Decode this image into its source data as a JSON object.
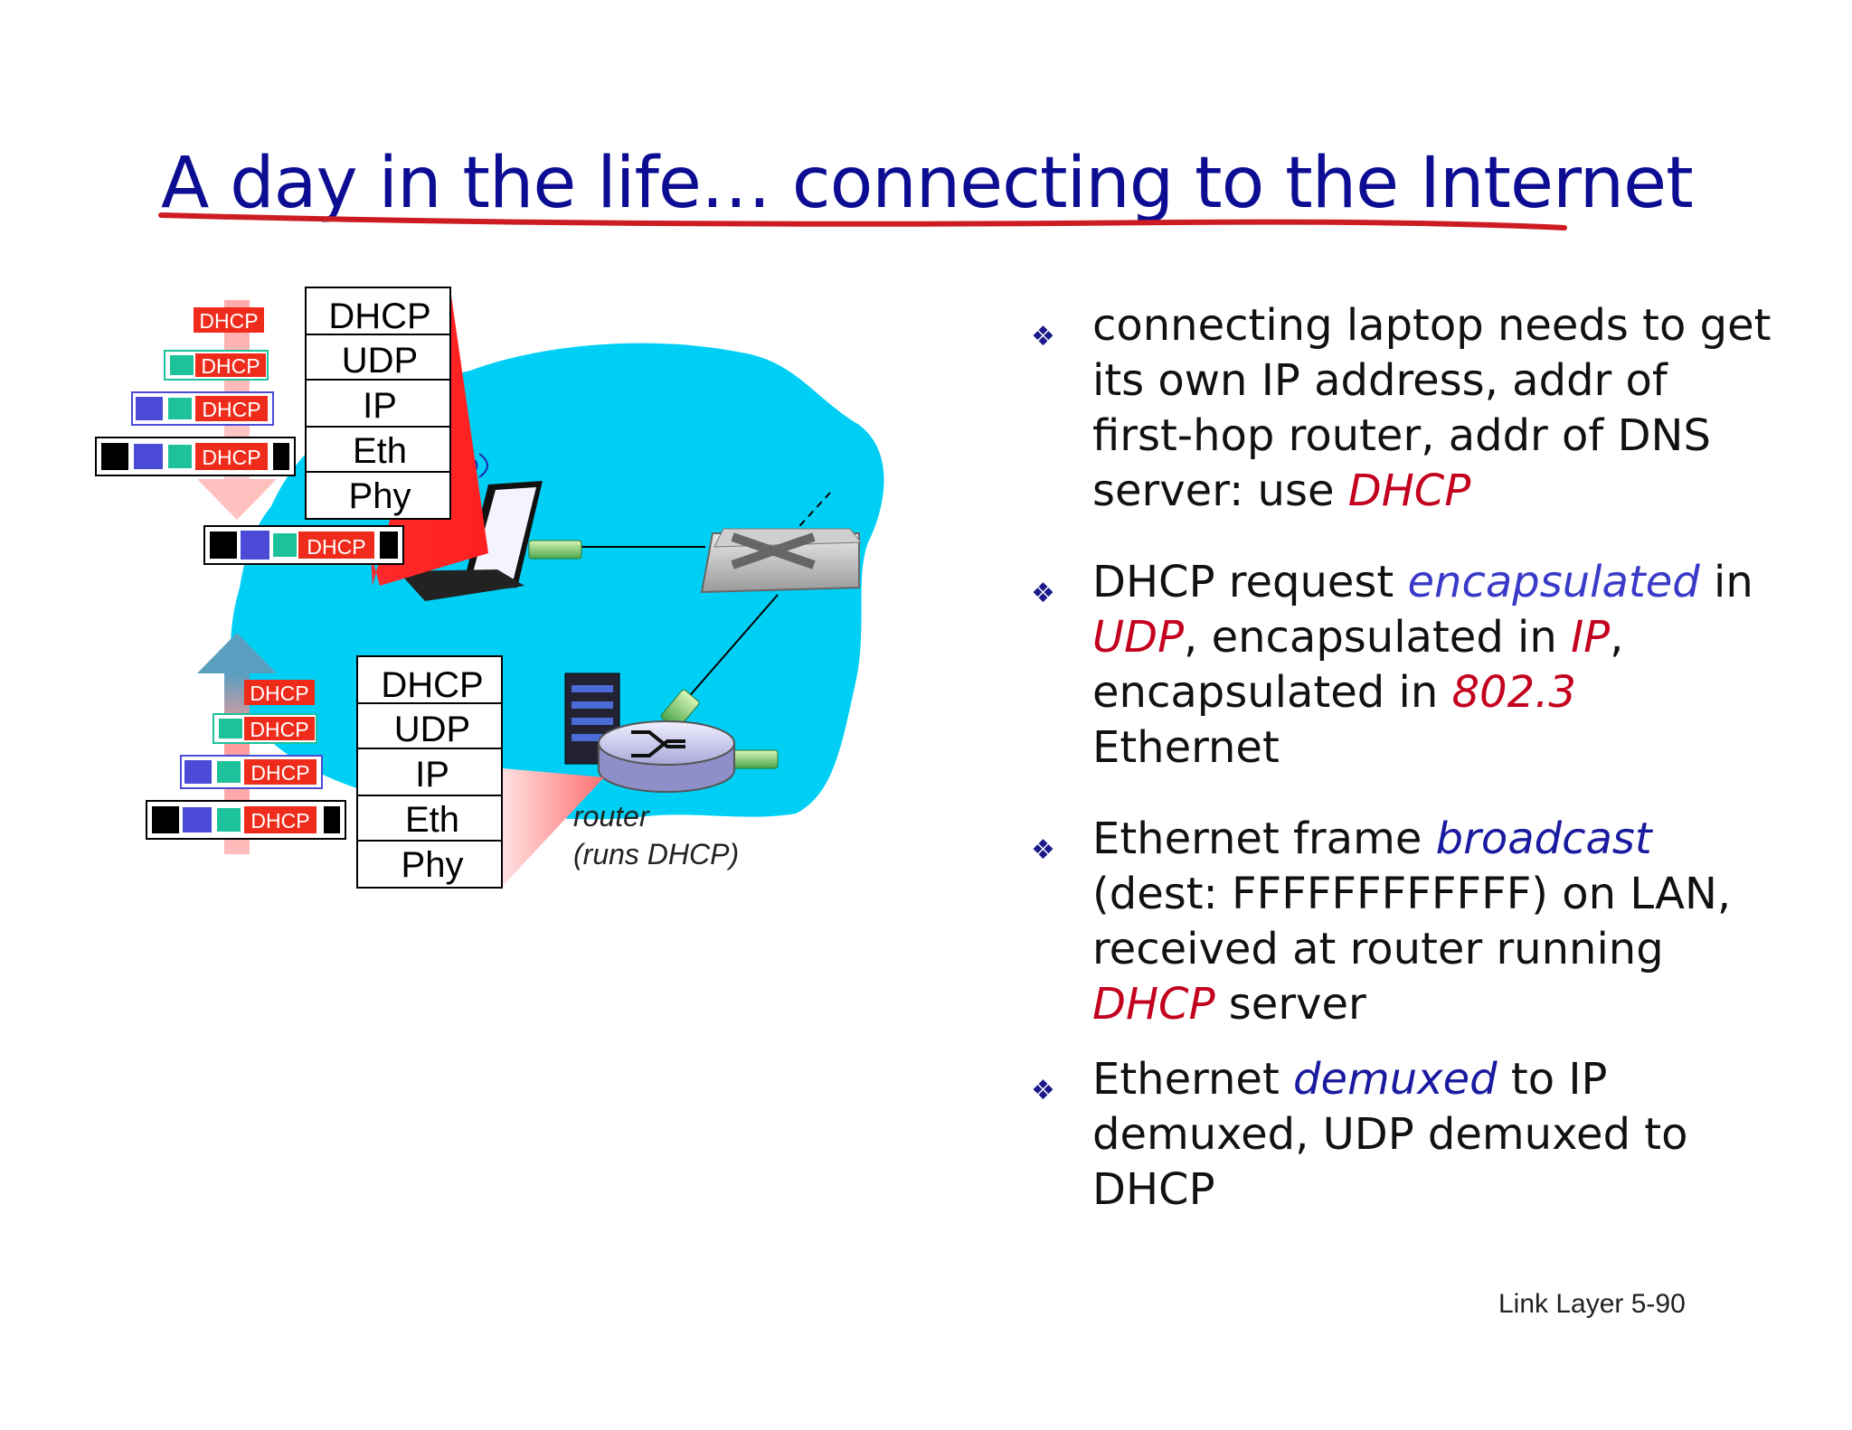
{
  "slide": {
    "title": "A day in the life… connecting to the Internet",
    "footer": "Link Layer  5-90"
  },
  "diagram": {
    "protocol_stack_labels": [
      "DHCP",
      "UDP",
      "IP",
      "Eth",
      "Phy"
    ],
    "packet_label": "DHCP",
    "router_label_line1": "router",
    "router_label_line2": "(runs DHCP)",
    "colors": {
      "network_cloud": "#00cff5",
      "dhcp_header": "#ef2c1c",
      "udp_header": "#1dc29a",
      "ip_header": "#4b4bd7",
      "eth_header": "#000000",
      "title": "#0d0d93",
      "title_underline": "#cc1c22"
    }
  },
  "bullets": [
    {
      "parts": [
        {
          "text": "connecting laptop needs to get its own IP address, addr of first-hop router, addr of DNS server: use ",
          "style": "plain"
        },
        {
          "text": "DHCP",
          "style": "red"
        }
      ]
    },
    {
      "parts": [
        {
          "text": "DHCP request ",
          "style": "plain"
        },
        {
          "text": "encapsulated",
          "style": "blue2"
        },
        {
          "text": " in ",
          "style": "plain"
        },
        {
          "text": "UDP",
          "style": "red"
        },
        {
          "text": ", encapsulated in ",
          "style": "plain"
        },
        {
          "text": "IP",
          "style": "red"
        },
        {
          "text": ", encapsulated in ",
          "style": "plain"
        },
        {
          "text": "802.3",
          "style": "red"
        },
        {
          "text": " Ethernet",
          "style": "plain"
        }
      ]
    },
    {
      "parts": [
        {
          "text": "Ethernet frame ",
          "style": "plain"
        },
        {
          "text": "broadcast",
          "style": "blue"
        },
        {
          "text": " (dest: FFFFFFFFFFFF) on LAN, received at router running ",
          "style": "plain"
        },
        {
          "text": "DHCP",
          "style": "red"
        },
        {
          "text": " server",
          "style": "plain"
        }
      ]
    },
    {
      "parts": [
        {
          "text": "Ethernet ",
          "style": "plain"
        },
        {
          "text": "demuxed",
          "style": "blue"
        },
        {
          "text": " to IP demuxed, UDP demuxed to DHCP",
          "style": "plain"
        }
      ]
    }
  ]
}
